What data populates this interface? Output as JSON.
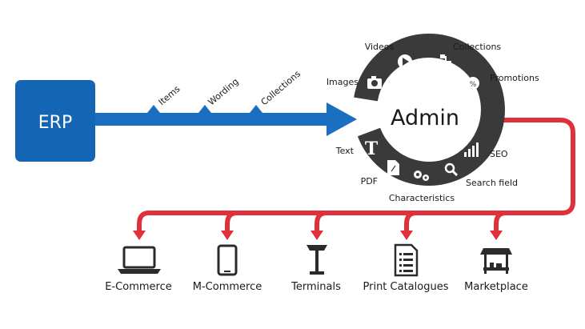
{
  "source": {
    "label": "ERP"
  },
  "hub": {
    "label": "Admin"
  },
  "flow_labels": [
    "Items",
    "Wording",
    "Collections"
  ],
  "hub_segments": [
    "Videos",
    "Collections",
    "Promotions",
    "Images",
    "Text",
    "PDF",
    "Characteristics",
    "Search field",
    "SEO"
  ],
  "outputs": [
    "E-Commerce",
    "M-Commerce",
    "Terminals",
    "Print Catalogues",
    "Marketplace"
  ],
  "colors": {
    "erp_blue": "#1565b5",
    "arrow_blue": "#1a6fc0",
    "red": "#e0313b",
    "ring": "#3a3a3a",
    "icon": "#2b2b2b"
  },
  "icons": {
    "hub": [
      "play-icon",
      "sitemap-icon",
      "percent-badge-icon",
      "camera-icon",
      "text-t-icon",
      "pdf-file-icon",
      "gears-icon",
      "magnifier-icon",
      "bar-chart-icon"
    ],
    "outputs": [
      "laptop-icon",
      "smartphone-icon",
      "terminal-stand-icon",
      "document-list-icon",
      "market-stall-icon"
    ]
  }
}
